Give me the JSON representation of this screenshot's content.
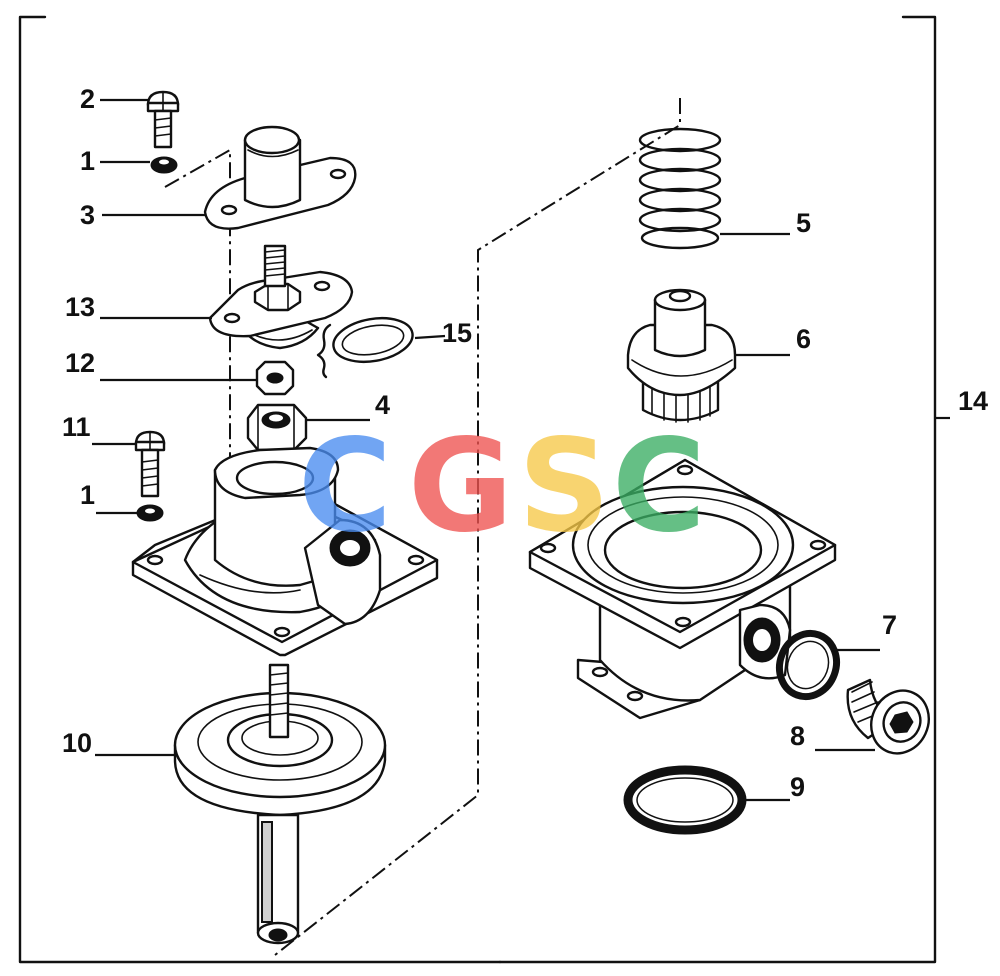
{
  "callouts": [
    {
      "id": "c2",
      "text": "2"
    },
    {
      "id": "c1a",
      "text": "1"
    },
    {
      "id": "c3",
      "text": "3"
    },
    {
      "id": "c13",
      "text": "13"
    },
    {
      "id": "c15",
      "text": "15"
    },
    {
      "id": "c12",
      "text": "12"
    },
    {
      "id": "c4",
      "text": "4"
    },
    {
      "id": "c11",
      "text": "11"
    },
    {
      "id": "c1b",
      "text": "1"
    },
    {
      "id": "c10",
      "text": "10"
    },
    {
      "id": "c5",
      "text": "5"
    },
    {
      "id": "c6",
      "text": "6"
    },
    {
      "id": "c14",
      "text": "14"
    },
    {
      "id": "c7",
      "text": "7"
    },
    {
      "id": "c8",
      "text": "8"
    },
    {
      "id": "c9",
      "text": "9"
    }
  ],
  "watermark": {
    "letters": [
      {
        "text": "C",
        "color": "#4a8df0"
      },
      {
        "text": "G",
        "color": "#ef5350"
      },
      {
        "text": "S",
        "color": "#f7c948"
      },
      {
        "text": "C",
        "color": "#3aae63"
      }
    ]
  }
}
